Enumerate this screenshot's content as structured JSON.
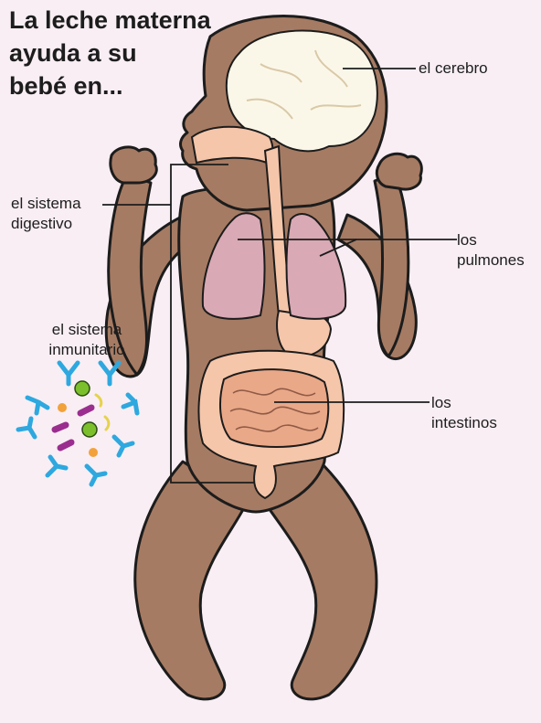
{
  "title": {
    "lines": [
      "La leche materna",
      "ayuda a su",
      "bebé en..."
    ]
  },
  "labels": {
    "brain": "el cerebro",
    "digestive": [
      "el sistema",
      "digestivo"
    ],
    "lungs": [
      "los",
      "pulmones"
    ],
    "immune": [
      "el sistema",
      "inmunitario"
    ],
    "intestines": [
      "los",
      "intestinos"
    ]
  },
  "colors": {
    "background": "#f8eef4",
    "skin": "#a67b63",
    "skin_outline": "#1c1c1c",
    "brain": "#fbf7e8",
    "lungs": "#d9a9b5",
    "digestive_tract": "#f5c6aa",
    "intestines": "#e9a888",
    "antibody": "#2ea8df",
    "bacteria": "#9b2d8f",
    "virus": "#7cbf2c",
    "cell": "#f2a23a",
    "rod": "#e6d24a"
  }
}
